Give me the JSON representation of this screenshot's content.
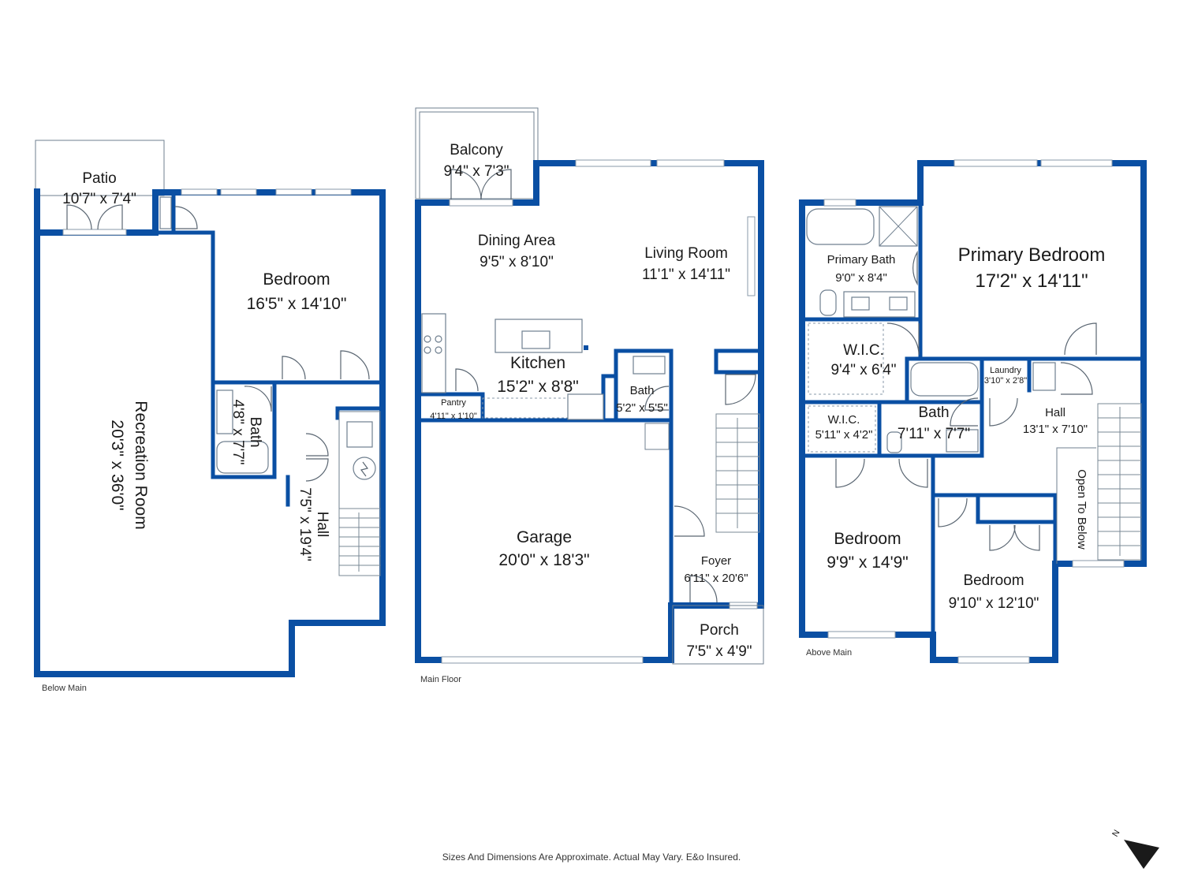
{
  "floors": {
    "below": {
      "caption": "Below Main",
      "rooms": {
        "patio": {
          "name": "Patio",
          "dims": "10'7\" x 7'4\""
        },
        "bedroom": {
          "name": "Bedroom",
          "dims": "16'5\" x 14'10\""
        },
        "rec": {
          "name": "Recreation Room",
          "dims": "20'3\" x 36'0\""
        },
        "bath": {
          "name": "Bath",
          "dims": "4'8\" x 7'7\""
        },
        "hall": {
          "name": "Hall",
          "dims": "7'5\" x 19'4\""
        }
      }
    },
    "main": {
      "caption": "Main Floor",
      "rooms": {
        "balcony": {
          "name": "Balcony",
          "dims": "9'4\" x 7'3\""
        },
        "dining": {
          "name": "Dining Area",
          "dims": "9'5\" x 8'10\""
        },
        "living": {
          "name": "Living Room",
          "dims": "11'1\" x 14'11\""
        },
        "kitchen": {
          "name": "Kitchen",
          "dims": "15'2\" x 8'8\""
        },
        "pantry": {
          "name": "Pantry",
          "dims": "4'11\" x 1'10\""
        },
        "bath": {
          "name": "Bath",
          "dims": "5'2\" x 5'5\""
        },
        "garage": {
          "name": "Garage",
          "dims": "20'0\" x 18'3\""
        },
        "foyer": {
          "name": "Foyer",
          "dims": "6'11\" x 20'6\""
        },
        "porch": {
          "name": "Porch",
          "dims": "7'5\" x 4'9\""
        }
      }
    },
    "above": {
      "caption": "Above Main",
      "rooms": {
        "pbath": {
          "name": "Primary Bath",
          "dims": "9'0\" x 8'4\""
        },
        "pbed": {
          "name": "Primary Bedroom",
          "dims": "17'2\" x 14'11\""
        },
        "wic1": {
          "name": "W.I.C.",
          "dims": "9'4\" x 6'4\""
        },
        "laundry": {
          "name": "Laundry",
          "dims": "3'10\" x 2'8\""
        },
        "wic2": {
          "name": "W.I.C.",
          "dims": "5'11\" x 4'2\""
        },
        "bath": {
          "name": "Bath",
          "dims": "7'11\" x 7'7\""
        },
        "hall": {
          "name": "Hall",
          "dims": "13'1\" x 7'10\""
        },
        "opentobelow": {
          "name": "Open To Below"
        },
        "bed2": {
          "name": "Bedroom",
          "dims": "9'9\" x 14'9\""
        },
        "bed3": {
          "name": "Bedroom",
          "dims": "9'10\" x 12'10\""
        }
      }
    }
  },
  "disclaimer": "Sizes And Dimensions Are Approximate. Actual May Vary. E&o Insured.",
  "compass": {
    "label": "N"
  },
  "colors": {
    "wall": "#0a4fa3"
  }
}
